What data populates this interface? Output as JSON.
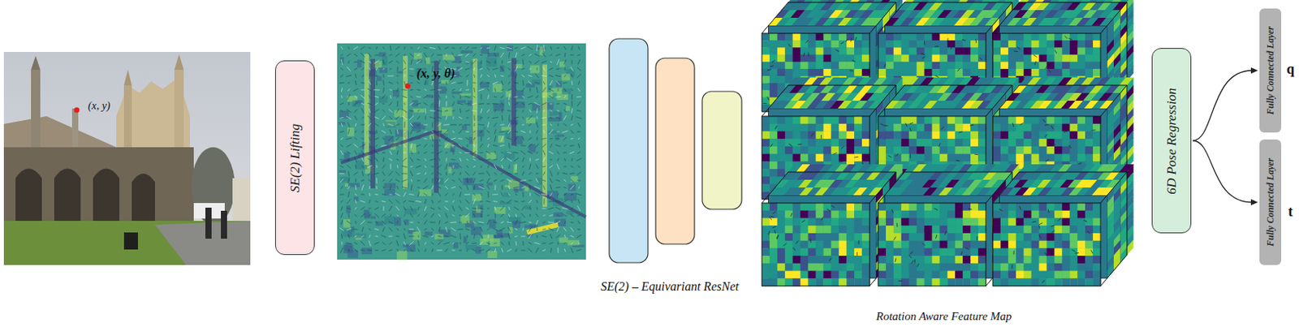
{
  "diagram": {
    "nodes": [
      {
        "text": [
          "SE(2) Lifting"
        ]
      },
      {
        "text": [
          "6D Pose Regression"
        ]
      },
      {
        "text": [
          "Fully Connected Layer"
        ]
      },
      {
        "text": [
          "Fully Connected Layer"
        ]
      }
    ],
    "edges": [
      {
        "from": 1,
        "to": 2,
        "arrow": "to"
      },
      {
        "from": 1,
        "to": 3,
        "arrow": "to"
      }
    ],
    "labels": [
      "(x, y)",
      "(x, y, θ)",
      "SE(2) – Equivariant ResNet",
      "Rotation Aware Feature Map",
      "q",
      "t"
    ]
  }
}
